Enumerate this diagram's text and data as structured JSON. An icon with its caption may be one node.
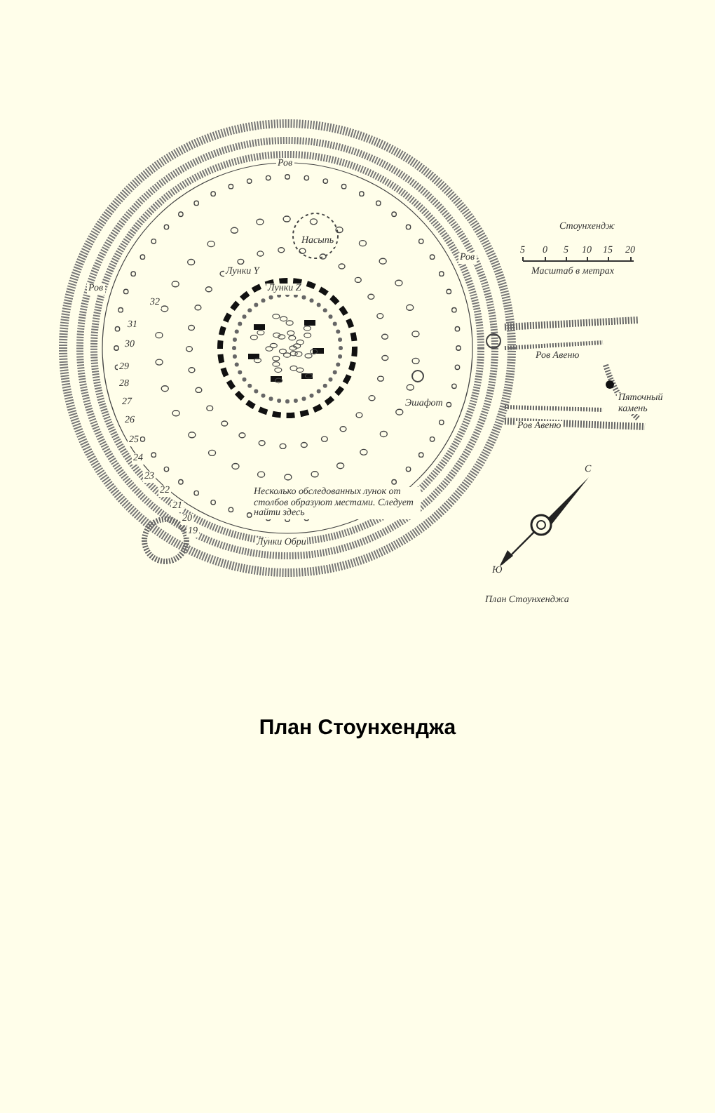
{
  "diagram": {
    "caption": "План Стоунхенджа",
    "labels": [
      "Ров",
      "Стоунхендж",
      "Насыпь",
      "5",
      "0",
      "5",
      "10",
      "15",
      "20",
      "Ров",
      "Лунки Y",
      "Масштаб в метрах",
      "Ров",
      "Лунки Z",
      "32",
      "31",
      "30",
      "Ров Авеню",
      "29",
      "28",
      "Пяточный камень",
      "27",
      "Эшафот",
      "26",
      "Ров Авеню",
      "25",
      "24",
      "С",
      "23",
      "22",
      "Несколько обследованных лунок от столбов образуют местами. Следует найти здесь",
      "21",
      "20",
      "19",
      "Лунки Обри",
      "Ю",
      "План Стоунхенджа"
    ]
  }
}
